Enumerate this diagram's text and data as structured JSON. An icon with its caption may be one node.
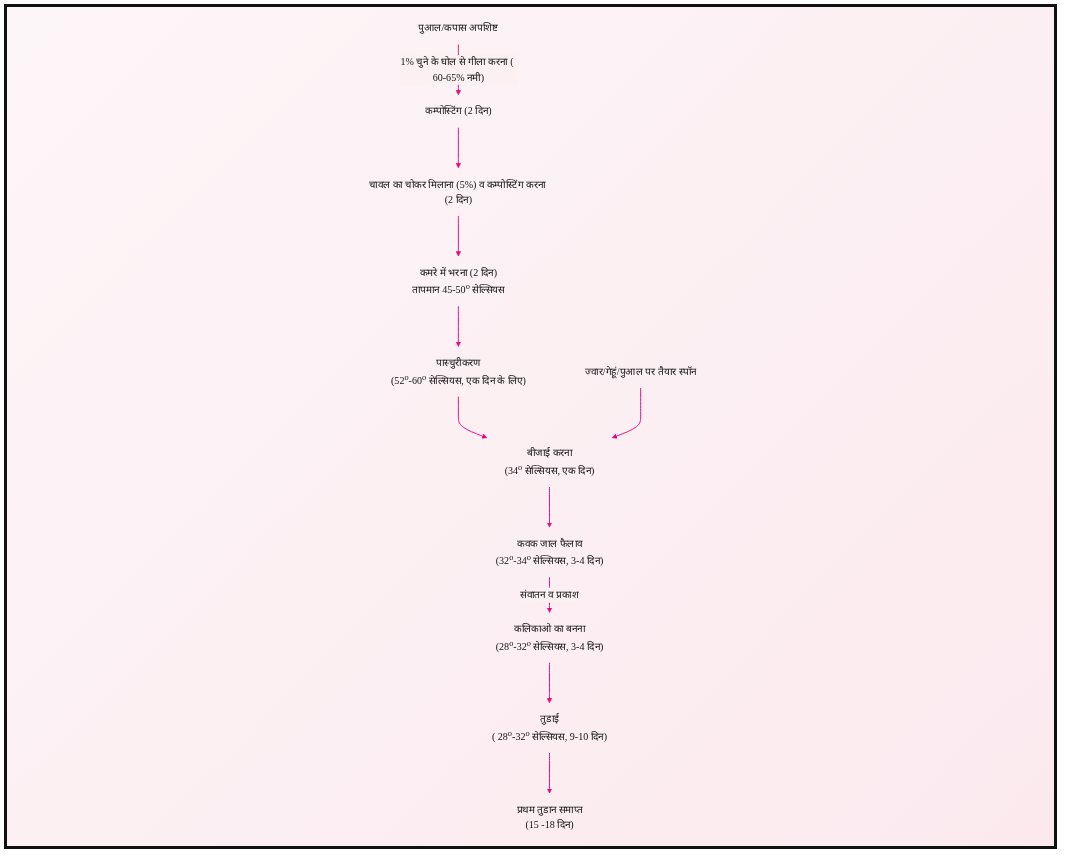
{
  "diagram": {
    "nodes": [
      {
        "text": [
          "पुआल/कपास अपशिष्ट"
        ]
      },
      {
        "text": [
          "कम्पोस्टिंग (2 दिन)"
        ]
      },
      {
        "text": [
          "चावल का चोकर मिलाना (5%) व कम्पोस्टिंग करना (2 दिन)"
        ]
      },
      {
        "text": [
          "कमरे में भरना (2 दिन)",
          "तापमान 45-50$^{o}$ सेल्सियस"
        ]
      },
      {
        "text": [
          "पास्चुरीकरण",
          "(52$^{o}$-60$^{o}$ सेल्सियस, एक दिन के लिए)"
        ]
      },
      {
        "text": [
          "ज्वार/गेहूं/पुआल पर तैयार स्पॉन"
        ]
      },
      {
        "text": [
          "बीजाई करना",
          "(34$^{o}$ सेल्सियस, एक दिन)"
        ]
      },
      {
        "text": [
          "कवक जाल फैलाव",
          "(32$^{o}$-34$^{o}$ सेल्सियस, 3-4 दिन)"
        ]
      },
      {
        "text": [
          "कलिकाओ का बनना",
          "(28$^{o}$-32$^{o}$ सेल्सियस, 3-4 दिन)"
        ]
      },
      {
        "text": [
          "तुडाई",
          "( 28$^{o}$-32$^{o}$ सेल्सियस, 9-10 दिन)"
        ]
      },
      {
        "text": [
          "प्रथम तुडान समाप्त",
          "(15 -18 दिन)"
        ]
      }
    ],
    "edges": [
      {
        "from": 0,
        "to": 1,
        "arrow": "to",
        "label": "1% चुने के घोल से गीला करना ( 60-65% नमी)"
      },
      {
        "from": 1,
        "to": 2,
        "arrow": "to"
      },
      {
        "from": 2,
        "to": 3,
        "arrow": "to"
      },
      {
        "from": 3,
        "to": 4,
        "arrow": "to"
      },
      {
        "from": 4,
        "to": 6,
        "arrow": "to"
      },
      {
        "from": 5,
        "to": 6,
        "arrow": "to"
      },
      {
        "from": 6,
        "to": 7,
        "arrow": "to"
      },
      {
        "from": 7,
        "to": 8,
        "arrow": "to",
        "label": "संवातन व प्रकाश"
      },
      {
        "from": 8,
        "to": 9,
        "arrow": "to"
      },
      {
        "from": 9,
        "to": 10,
        "arrow": "to"
      }
    ]
  }
}
